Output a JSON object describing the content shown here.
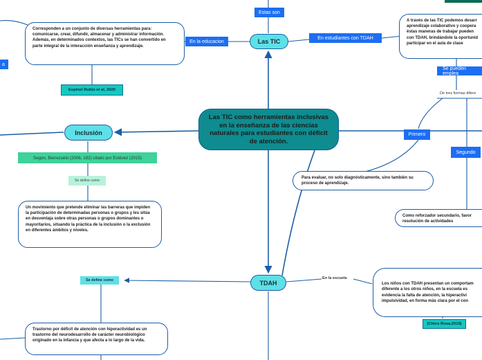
{
  "center": {
    "title": "Las TIC como herramientas inclusivas en la enseñanza de las ciencias naturales para estudiantes con déficit de atención."
  },
  "tic": {
    "title": "Las TIC",
    "estas_son": "Estas son",
    "educacion_label": "En la educacion",
    "educacion_text": "Corresponden a un conjunto de diversas herramientas para: comunicarse, crear, difundir, almacenar y administrar información. Además, en determinados contextos, las TICs se han convertido en parte integral de la interacción enseñanza y aprendizaje.",
    "educacion_cite": "Espinel Rubio et al, 2020",
    "left_edge_label": "a",
    "tdah_label": "En estudiantes con TDAH",
    "tdah_text": "A través de las TIC podemos desarr aprendizaje colaborativo y coopera éstas maneras de trabajar pueden con TDAH, brindándole la oportunid participar en el aula de clase",
    "pueden_label": "Se pueden emplea",
    "tres_formas": "De tres formas difere",
    "primero_label": "Primero",
    "primero_text": "Para evaluar, no solo diagnósticamente, sino también su proceso de aprendizaje.",
    "segundo_label": "Segundo",
    "segundo_text": "Como reforzador secundario, favor resolución de actividades"
  },
  "inclusion": {
    "title": "Inclusión",
    "cite": "Según, Berrezuelo (2006, 182) citado por Estévez (2015)",
    "define_label": "Se define como",
    "text": "Un movimiento que pretende eliminar las barreras que impiden la participación de determinadas personas o grupos y les sitúa en desventaja sobre otras personas o grupos dominantes o mayoritarios, situando la práctica de la inclusión o la exclusión en diferentes ámbitos y niveles."
  },
  "tdah": {
    "title": "TDAH",
    "define_label": "Se define como",
    "define_text": "Trastorno por déficit de atención con hiperactividad es un trastorno del neurodesarrollo de carácter neurobiológico originado en la infancia y que afecta a lo largo de la vida.",
    "escuela_label": "En la escuela",
    "escuela_text": "Los niños con TDAH presentan un comportam diferente a los otros niños, en la escuela es evidencia la falta de atención, la hiperactivi impulsividad, en forma más clara por el con",
    "escuela_cite": "(Chico Rosa,2019)"
  },
  "colors": {
    "line": "#1b5ea6",
    "center_fill": "#0e8c8f",
    "topic_fill": "#5de0e6",
    "label_blue": "#1c6ef2",
    "green": "#3fd29a",
    "cite_teal": "#14c9bf"
  }
}
